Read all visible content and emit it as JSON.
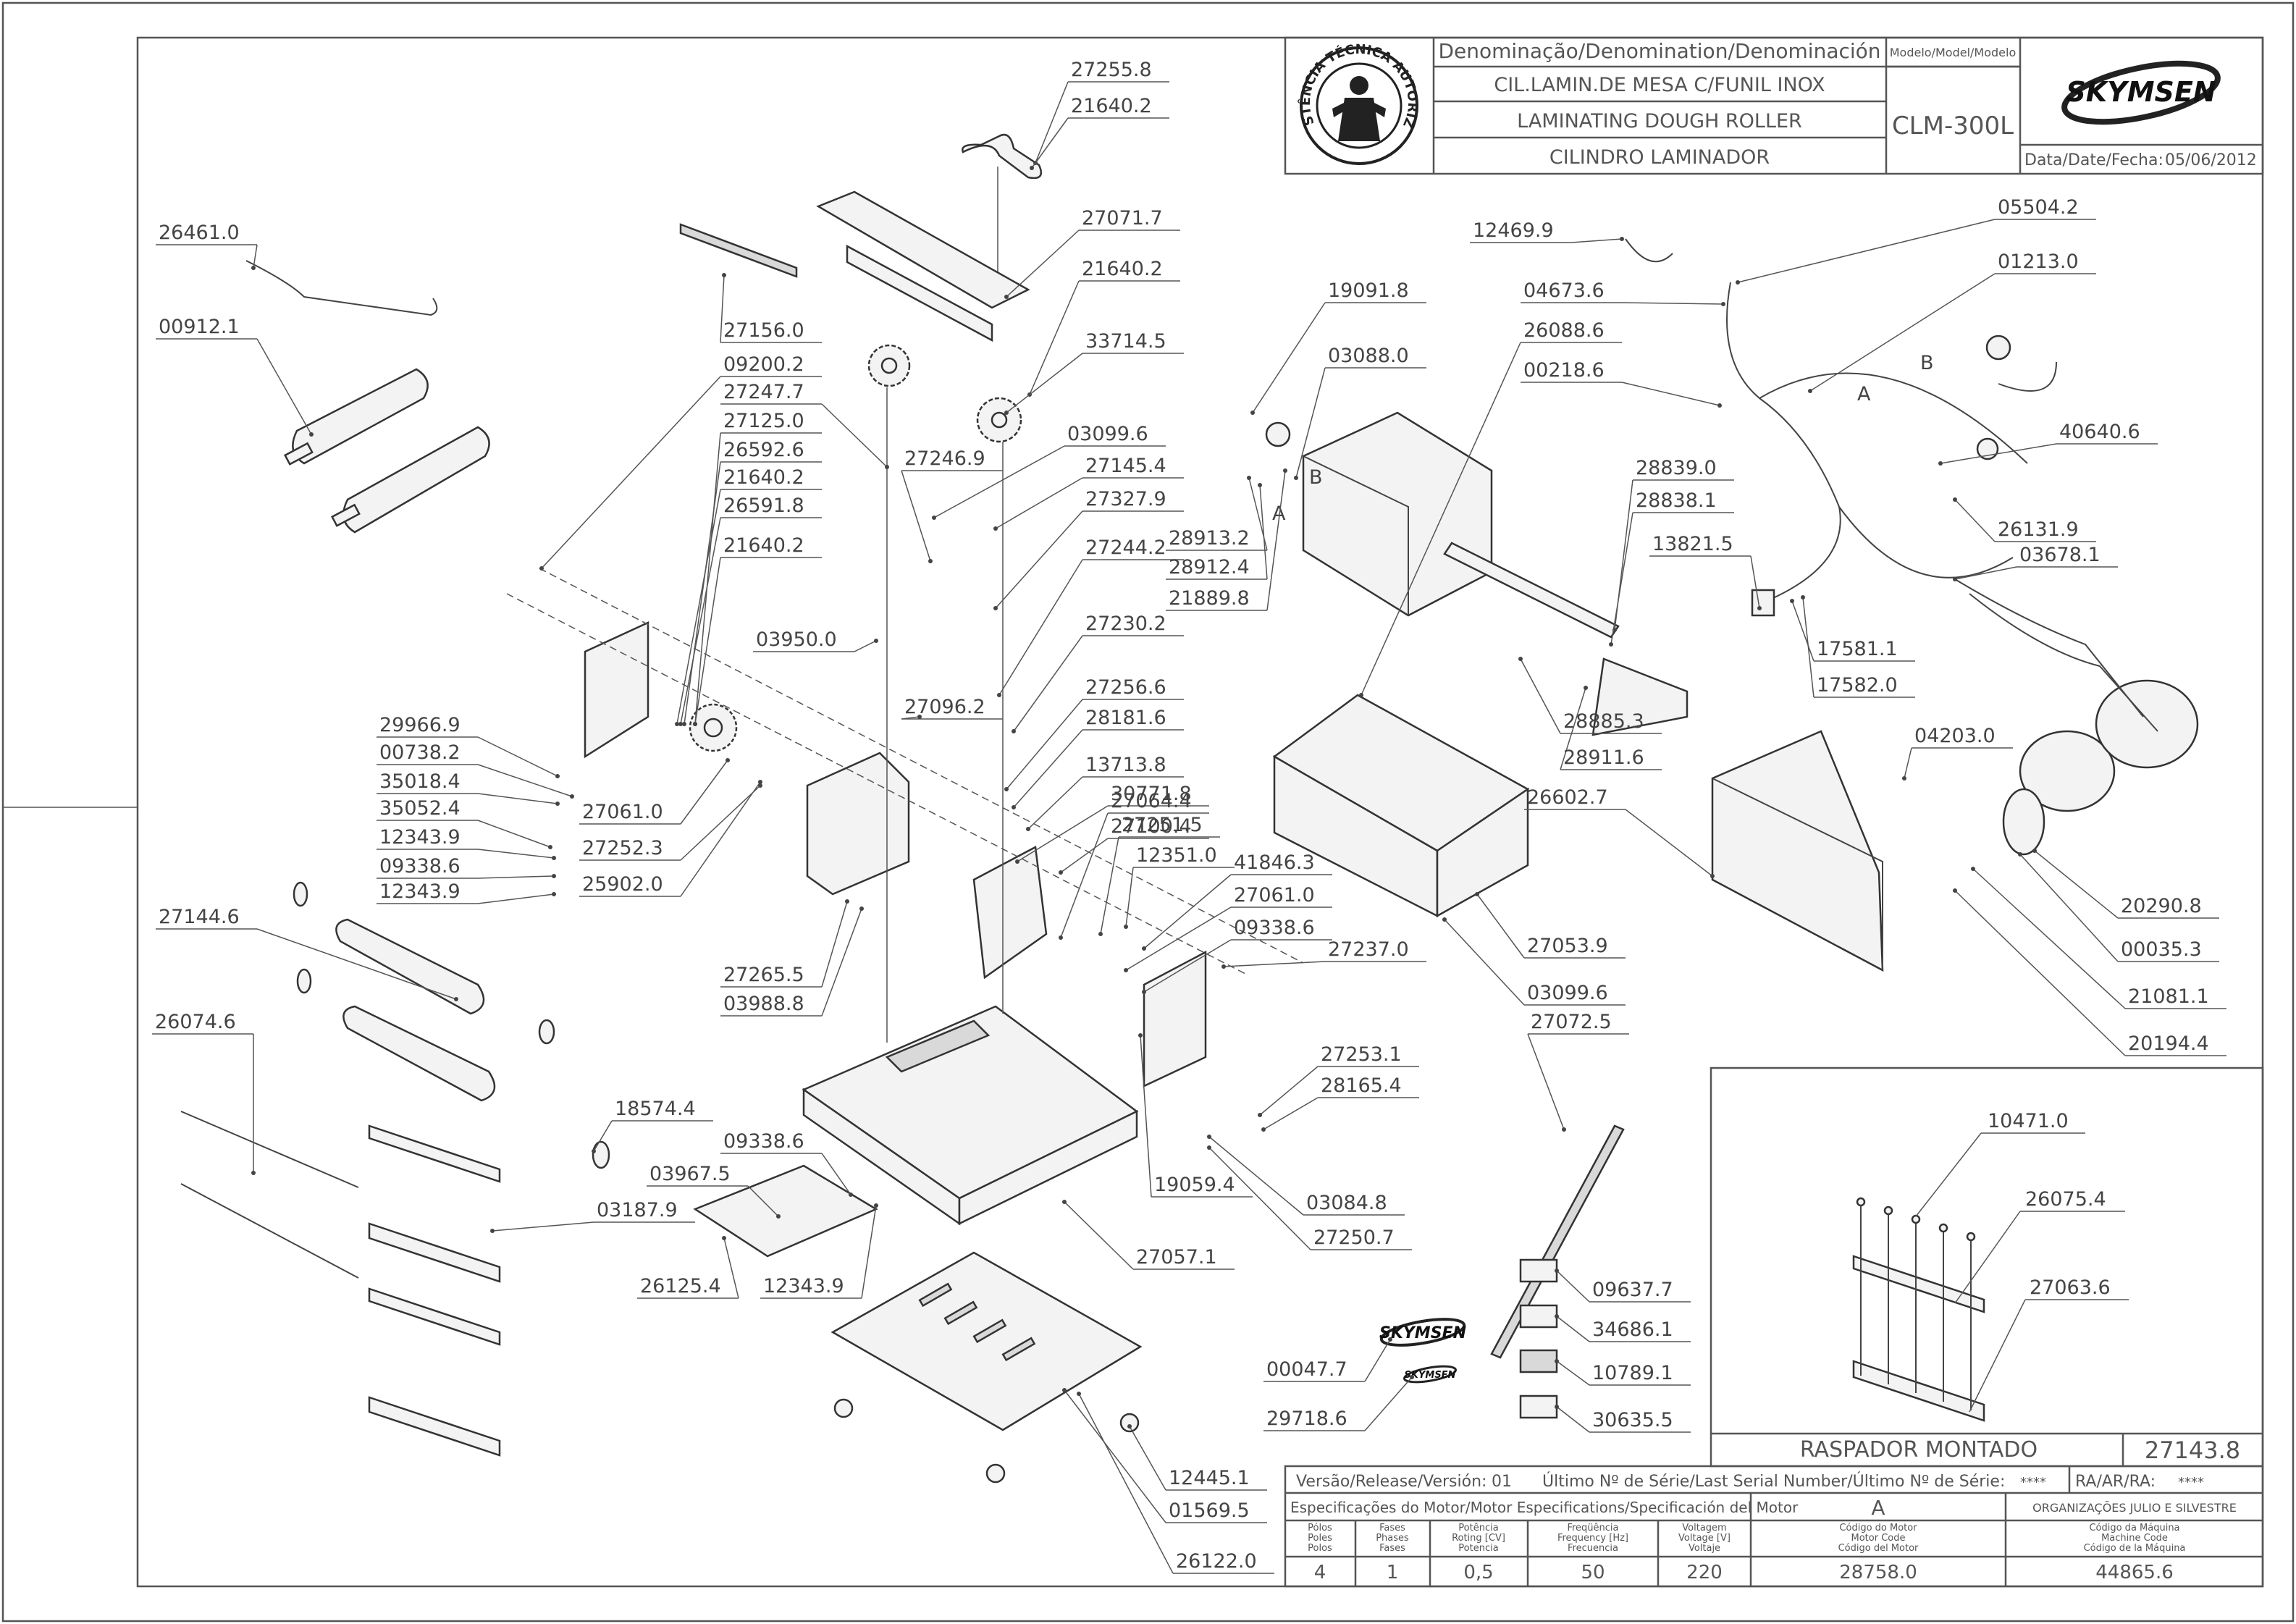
{
  "title_block": {
    "denomination_header": "Denominação/Denomination/Denominación",
    "name_pt": "CIL.LAMIN.DE MESA C/FUNIL INOX",
    "name_en": "LAMINATING DOUGH ROLLER",
    "name_es": "CILINDRO LAMINADOR",
    "model_header": "Modelo/Model/Modelo",
    "model_value": "CLM-300L",
    "brand": "SKYMSEN",
    "date_label": "Data/Date/Fecha:",
    "date_value": "05/06/2012",
    "seal_text": "ASSISTÊNCIA TÉCNICA AUTORIZADA"
  },
  "bottom_block": {
    "version_label": "Versão/Release/Versión:",
    "version_value": "01",
    "serial_label": "Último Nº de Série/Last Serial Number/Último Nº de Série:",
    "serial_value": "****",
    "ra_label": "RA/AR/RA:",
    "ra_value": "****",
    "motor_spec_label": "Especificações do Motor/Motor Especifications/Specificación del Motor",
    "revision": "A",
    "company": "ORGANIZAÇÕES JULIO E SILVESTRE",
    "columns": [
      {
        "header": [
          "Pólos",
          "Poles",
          "Polos"
        ],
        "value": "4"
      },
      {
        "header": [
          "Fases",
          "Phases",
          "Fases"
        ],
        "value": "1"
      },
      {
        "header": [
          "Potência",
          "Roting [CV]",
          "Potencia"
        ],
        "value": "0,5"
      },
      {
        "header": [
          "Freqüência",
          "Frequency [Hz]",
          "Frecuencia"
        ],
        "value": "50"
      },
      {
        "header": [
          "Voltagem",
          "Voltage [V]",
          "Voltaje"
        ],
        "value": "220"
      },
      {
        "header": [
          "Código do Motor",
          "Motor Code",
          "Código del Motor"
        ],
        "value": "28758.0"
      },
      {
        "header": [
          "Código da Máquina",
          "Machine Code",
          "Código de la Máquina"
        ],
        "value": "44865.6"
      }
    ]
  },
  "inset": {
    "title": "RASPADOR MONTADO",
    "code": "27143.8",
    "parts": [
      "10471.0",
      "26075.4",
      "27063.6"
    ]
  },
  "parts": [
    "27255.8",
    "21640.2",
    "27071.7",
    "21640.2",
    "33714.5",
    "26461.0",
    "00912.1",
    "27156.0",
    "09200.2",
    "27247.7",
    "27125.0",
    "26592.6",
    "21640.2",
    "26591.8",
    "21640.2",
    "27246.9",
    "03099.6",
    "27145.4",
    "27327.9",
    "27244.2",
    "03950.0",
    "27230.2",
    "27096.2",
    "27256.6",
    "28181.6",
    "13713.8",
    "30771.8",
    "27100.4",
    "29966.9",
    "00738.2",
    "35018.4",
    "35052.4",
    "12343.9",
    "09338.6",
    "12343.9",
    "27061.0",
    "27252.3",
    "25902.0",
    "27064.4",
    "27251.5",
    "12351.0",
    "41846.3",
    "27061.0",
    "09338.6",
    "27237.0",
    "27144.6",
    "27265.5",
    "03988.8",
    "26074.6",
    "18574.4",
    "09338.6",
    "03967.5",
    "03187.9",
    "26125.4",
    "12343.9",
    "27253.1",
    "28165.4",
    "19059.4",
    "03084.8",
    "27250.7",
    "27057.1",
    "12469.9",
    "05504.2",
    "04673.6",
    "01213.0",
    "26088.6",
    "00218.6",
    "19091.8",
    "03088.0",
    "40640.6",
    "28839.0",
    "28838.1",
    "28913.2",
    "28912.4",
    "21889.8",
    "26131.9",
    "13821.5",
    "03678.1",
    "17581.1",
    "17582.0",
    "28885.3",
    "28911.6",
    "04203.0",
    "26602.7",
    "27053.9",
    "03099.6",
    "20290.8",
    "00035.3",
    "21081.1",
    "20194.4",
    "27072.5",
    "09637.7",
    "34686.1",
    "10789.1",
    "30635.5",
    "00047.7",
    "29718.6",
    "12445.1",
    "01569.5",
    "26122.0"
  ],
  "markers": [
    "A",
    "B",
    "A",
    "B"
  ]
}
